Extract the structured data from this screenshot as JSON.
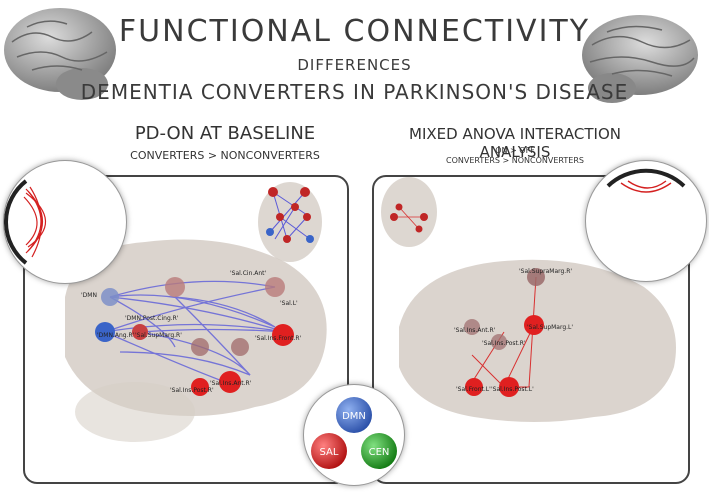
{
  "header": {
    "title": "FUNCTIONAL CONNECTIVITY",
    "subtitle": "DIFFERENCES",
    "subtitle2": "DEMENTIA CONVERTERS IN PARKINSON'S DISEASE"
  },
  "left_panel": {
    "title": "PD-ON AT BASELINE",
    "subtitle": "CONVERTERS > NONCONVERTERS",
    "labels": {
      "dmn": "'DMN",
      "sal_cin": "'Sal.Cin.Ant'",
      "dmn_post": "'DMN.Post.Cing.R'",
      "sal_l": "'Sal.L'",
      "dmn_ang": "'DMN.Ang.R'",
      "sal_supmarg": "'Sal.SupMarg.R'",
      "sal_front": "'Sal.Ins.Front.R'",
      "sal_ant": "'Sal.Ins.Ant.R'",
      "sal_post": "'Sal.Ins.Post.R'"
    }
  },
  "right_panel": {
    "title": "MIXED ANOVA INTERACTION ANALYSIS",
    "subtitle": "ON > OFF",
    "subtitle2": "CONVERTERS > NONCONVERTERS",
    "labels": {
      "supramarg": "'Sal.SupraMarg.R'",
      "ins_ant": "'Sal.Ins.Ant.R'",
      "ins_post_r": "'Sal.Ins.Post.R'",
      "supmarg_l": "'Sal.SupMarg.L'",
      "front_l": "'Sal.Front.L'",
      "ins_post_l": "'Sal.Ins.Post.L'"
    }
  },
  "legend": {
    "dmn": "DMN",
    "sal": "SAL",
    "cen": "CEN"
  },
  "colors": {
    "dmn": "#3a64c8",
    "sal": "#d42020",
    "cen": "#1f9a1f",
    "dmn_edge": "#6a6ad8",
    "sal_edge": "#d83030"
  }
}
